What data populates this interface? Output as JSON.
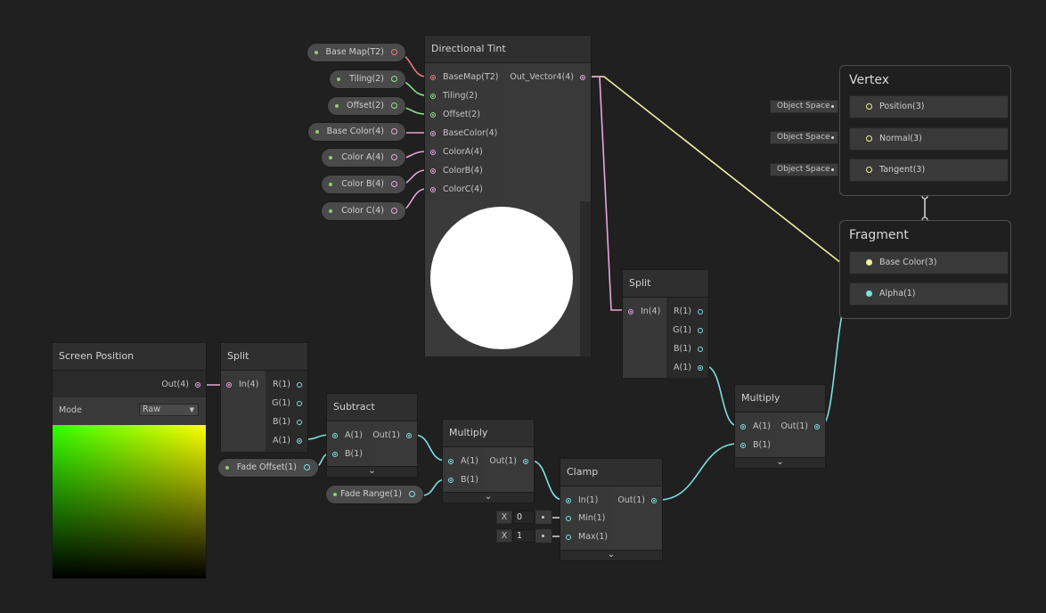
{
  "colors": {
    "pink": "#e8a6d8",
    "green": "#8ee08e",
    "red": "#f06060",
    "cyan": "#7fe0e0",
    "yellow": "#f0f0a0",
    "background": "#202020"
  },
  "directional_tint": {
    "title": "Directional Tint",
    "inputs": [
      "BaseMap(T2)",
      "Tiling(2)",
      "Offset(2)",
      "BaseColor(4)",
      "ColorA(4)",
      "ColorB(4)",
      "ColorC(4)"
    ],
    "output": "Out_Vector4(4)"
  },
  "properties": [
    {
      "label": "Base Map(T2)"
    },
    {
      "label": "Tiling(2)"
    },
    {
      "label": "Offset(2)"
    },
    {
      "label": "Base Color(4)"
    },
    {
      "label": "Color A(4)"
    },
    {
      "label": "Color B(4)"
    },
    {
      "label": "Color C(4)"
    }
  ],
  "vertex": {
    "title": "Vertex",
    "space_label": "Object Space",
    "slots": [
      "Position(3)",
      "Normal(3)",
      "Tangent(3)"
    ]
  },
  "fragment": {
    "title": "Fragment",
    "slots": [
      "Base Color(3)",
      "Alpha(1)"
    ]
  },
  "split_top": {
    "title": "Split",
    "input": "In(4)",
    "outputs": [
      "R(1)",
      "G(1)",
      "B(1)",
      "A(1)"
    ]
  },
  "screen_position": {
    "title": "Screen Position",
    "output": "Out(4)",
    "mode_label": "Mode",
    "mode_value": "Raw",
    "mode_arrow": "▼"
  },
  "split_left": {
    "title": "Split",
    "input": "In(4)",
    "outputs": [
      "R(1)",
      "G(1)",
      "B(1)",
      "A(1)"
    ]
  },
  "subtract": {
    "title": "Subtract",
    "inputs": [
      "A(1)",
      "B(1)"
    ],
    "output": "Out(1)"
  },
  "multiply_1": {
    "title": "Multiply",
    "inputs": [
      "A(1)",
      "B(1)"
    ],
    "output": "Out(1)"
  },
  "clamp": {
    "title": "Clamp",
    "inputs": [
      "In(1)",
      "Min(1)",
      "Max(1)"
    ],
    "output": "Out(1)",
    "axis_label": "X",
    "min_value": "0",
    "max_value": "1"
  },
  "multiply_2": {
    "title": "Multiply",
    "inputs": [
      "A(1)",
      "B(1)"
    ],
    "output": "Out(1)"
  },
  "fade_offset": {
    "label": "Fade Offset(1)"
  },
  "fade_range": {
    "label": "Fade Range(1)"
  },
  "collapse_glyph": "⌄"
}
